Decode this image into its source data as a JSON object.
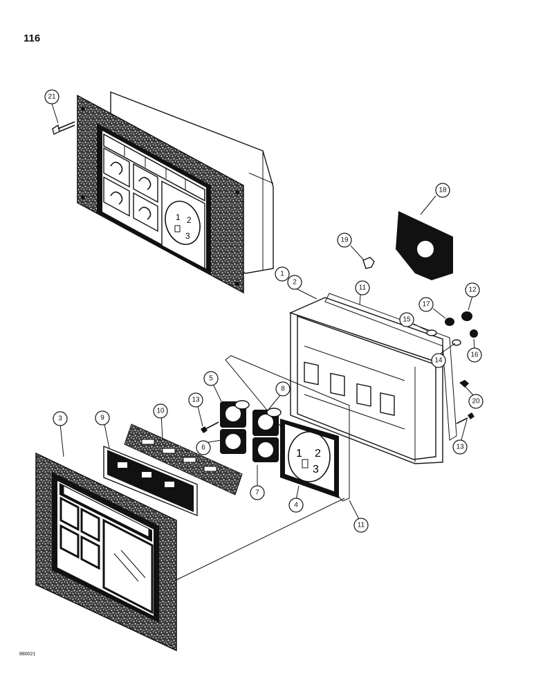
{
  "page": {
    "number": "116",
    "drawing_code": "880021"
  },
  "callouts": [
    {
      "id": "c1",
      "label": "1"
    },
    {
      "id": "c2",
      "label": "2"
    },
    {
      "id": "c3",
      "label": "3"
    },
    {
      "id": "c4",
      "label": "4"
    },
    {
      "id": "c5",
      "label": "5"
    },
    {
      "id": "c6",
      "label": "6"
    },
    {
      "id": "c7",
      "label": "7"
    },
    {
      "id": "c8",
      "label": "8"
    },
    {
      "id": "c9",
      "label": "9"
    },
    {
      "id": "c10",
      "label": "10"
    },
    {
      "id": "c11a",
      "label": "11"
    },
    {
      "id": "c11b",
      "label": "11"
    },
    {
      "id": "c12",
      "label": "12"
    },
    {
      "id": "c13a",
      "label": "13"
    },
    {
      "id": "c13b",
      "label": "13"
    },
    {
      "id": "c14",
      "label": "14"
    },
    {
      "id": "c15",
      "label": "15"
    },
    {
      "id": "c16",
      "label": "16"
    },
    {
      "id": "c17",
      "label": "17"
    },
    {
      "id": "c18",
      "label": "18"
    },
    {
      "id": "c19",
      "label": "19"
    },
    {
      "id": "c20",
      "label": "20"
    },
    {
      "id": "c21",
      "label": "21"
    }
  ],
  "gauge_numbers": [
    "1",
    "2",
    "3"
  ],
  "colors": {
    "ink": "#111111",
    "paper": "#ffffff"
  }
}
